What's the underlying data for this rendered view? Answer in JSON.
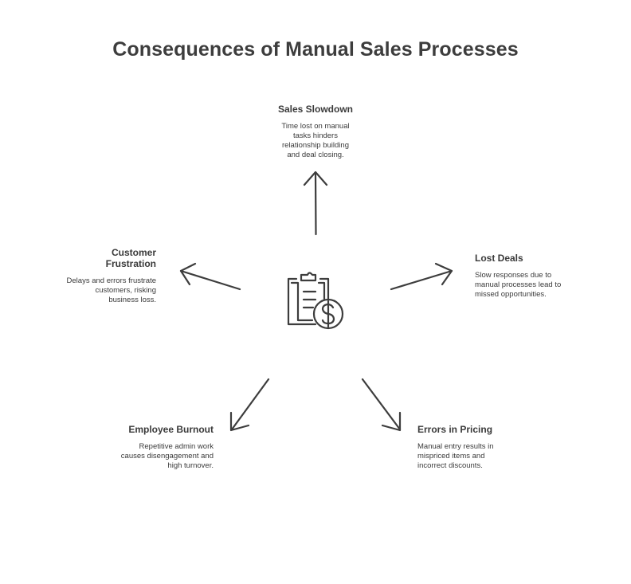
{
  "title": "Consequences of Manual Sales Processes",
  "center": {
    "icon": "clipboard-dollar-icon"
  },
  "nodes": {
    "sales_slowdown": {
      "title": "Sales Slowdown",
      "description": "Time lost on manual tasks hinders relationship building and deal closing."
    },
    "lost_deals": {
      "title": "Lost Deals",
      "description": "Slow responses due to manual processes lead to missed opportunities."
    },
    "customer_frustration": {
      "title": "Customer Frustration",
      "description": "Delays and errors frustrate customers, risking business loss."
    },
    "employee_burnout": {
      "title": "Employee Burnout",
      "description": "Repetitive admin work causes disengagement and high turnover."
    },
    "errors_in_pricing": {
      "title": "Errors in Pricing",
      "description": "Manual entry results in mispriced items and incorrect discounts."
    }
  },
  "colors": {
    "stroke": "#3d3d3d",
    "text": "#3a3a3a",
    "background": "#ffffff"
  }
}
